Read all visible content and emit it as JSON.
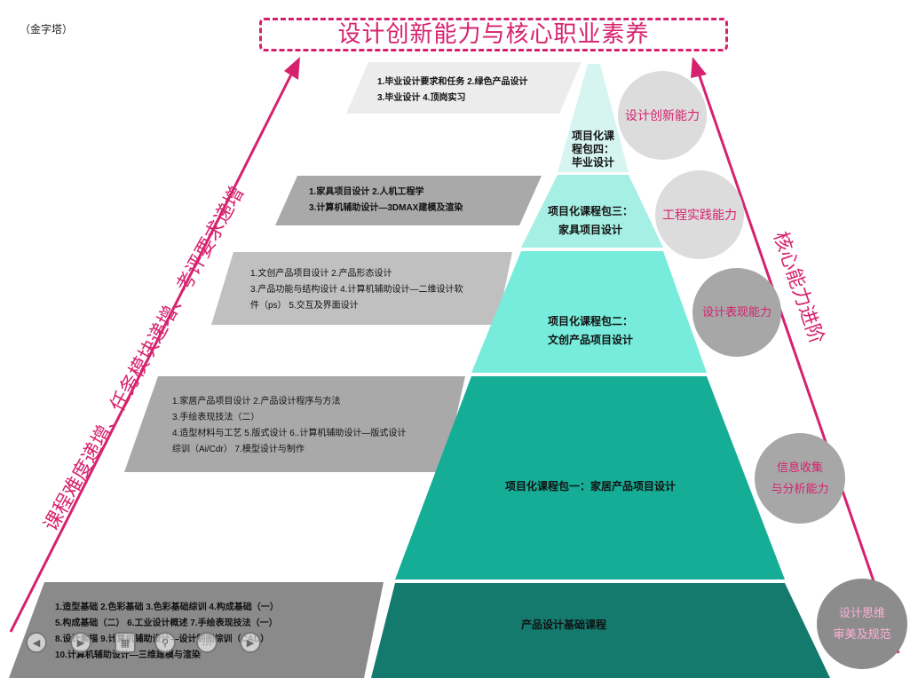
{
  "corner_label": "（金字塔）",
  "title": "设计创新能力与核心职业素养",
  "left_arrow_text": "课程难度递增、任务模块递增、考评要求递增",
  "right_arrow_text": "核心能力进阶",
  "pyramid": {
    "bands": [
      {
        "label_lines": [
          "项目化课",
          "程包四：",
          "毕业设计"
        ],
        "color": "#d6f5f1"
      },
      {
        "label_lines": [
          "项目化课程包三：",
          "家具项目设计"
        ],
        "color": "#a6efe5"
      },
      {
        "label_lines": [
          "项目化课程包二：",
          "文创产品项目设计"
        ],
        "color": "#77ecdc"
      },
      {
        "label_lines": [
          "项目化课程包一：家居产品项目设计"
        ],
        "color": "#16ad97"
      },
      {
        "label_lines": [
          "产品设计基础课程"
        ],
        "color": "#137a6d"
      }
    ]
  },
  "course_boxes": [
    {
      "lines": [
        "1.毕业设计要求和任务   2.绿色产品设计",
        "3.毕业设计    4.顶岗实习"
      ],
      "color": "#ececec"
    },
    {
      "lines": [
        "1.家具项目设计   2.人机工程学",
        "3.计算机辅助设计—3DMAX建模及渲染"
      ],
      "color": "#a9a9a9"
    },
    {
      "lines": [
        "1.文创产品项目设计    2.产品形态设计",
        " 3.产品功能与结构设计    4.计算机辅助设计—二维设计软",
        "件（ps）   5.交互及界面设计"
      ],
      "color": "#c0c0c0"
    },
    {
      "lines": [
        "1.家居产品项目设计    2.产品设计程序与方法",
        " 3.手绘表现技法（二）",
        "4.造型材料与工艺    5.版式设计    6..计算机辅助设计—版式设计",
        "综训（Ai/Cdr）   7.模型设计与制作"
      ],
      "color": "#a9a9a9"
    },
    {
      "lines": [
        "1.造型基础    2.色彩基础    3.色彩基础综训    4.构成基础（一）",
        "5.构成基础（二）   6.工业设计概述    7.手绘表现技法（一）",
        "8.设计素描    9.计算机辅助设计—设计制图综训（CAD）",
        "10.计算机辅助设计—三维建模与渲染"
      ],
      "color": "#8a8a8a"
    }
  ],
  "abilities": [
    {
      "lines": [
        "设计创新能力"
      ]
    },
    {
      "lines": [
        "工程实践能力"
      ]
    },
    {
      "lines": [
        "设计表现能力"
      ]
    },
    {
      "lines": [
        "信息收集",
        "与分析能力"
      ]
    },
    {
      "lines": [
        "设计思维",
        "审美及规范"
      ]
    }
  ],
  "colors": {
    "accent": "#d6226e"
  },
  "nav_controls": [
    "prev-icon",
    "play-icon",
    "grid-icon",
    "zoom-icon",
    "menu-icon",
    "next-icon"
  ]
}
